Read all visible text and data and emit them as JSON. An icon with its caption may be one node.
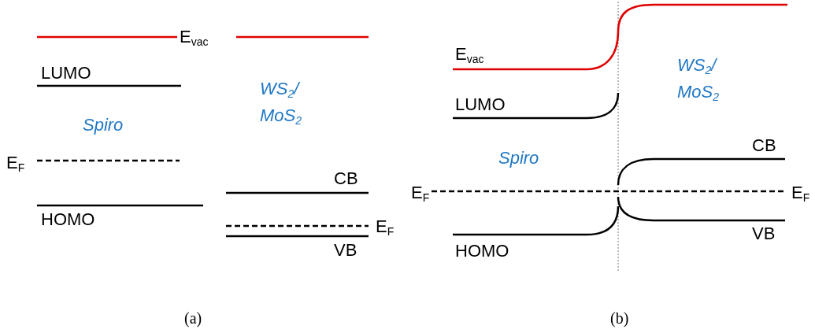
{
  "diagram": {
    "labels": [
      "E$_{vac}$",
      "LUMO",
      "Spiro",
      "WS$_{2}$/ MoS$_{2}$",
      "E$_{F}$",
      "CB",
      "HOMO",
      "E$_{F}$",
      "VB",
      "(a)",
      "E$_{vac}$",
      "WS$_{2}$/ MoS$_{2}$",
      "LUMO",
      "Spiro",
      "CB",
      "E$_{F}$",
      "E$_{F}$",
      "VB",
      "HOMO",
      "(b)"
    ]
  }
}
